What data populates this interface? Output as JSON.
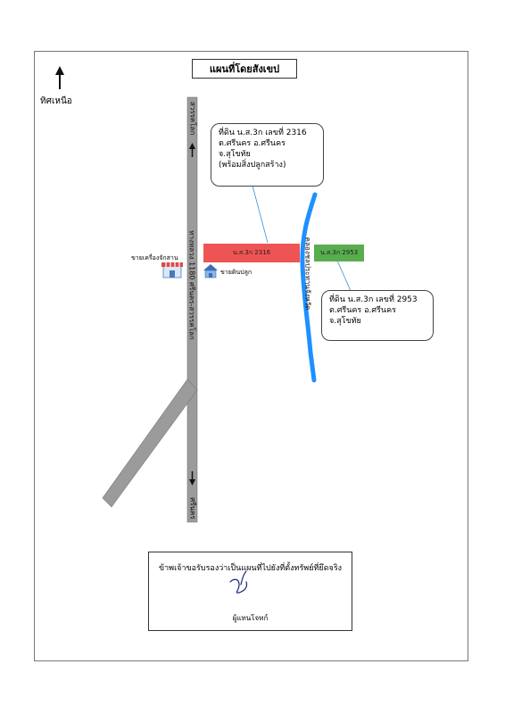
{
  "title": "แผนที่โดยสังเขป",
  "north_label": "ทิศเหนือ",
  "roads": {
    "main_highway": "ทางหลวง 1180 ศรีนคร-สวรรคโลก",
    "north_end": "สวรรคโลก",
    "south_end": "ศรีนคร",
    "canal": "คลองชลประทานจังหวัด"
  },
  "parcels": {
    "main": "น.ส.3ก 2316",
    "second": "น.ส.3ก 2953"
  },
  "callouts": {
    "main": {
      "line1": "ที่ดิน น.ส.3ก เลขที่ 2316",
      "line2": "ต.ศรีนคร อ.ศรีนคร",
      "line3": "จ.สุโขทัย",
      "line4": "(พร้อมสิ่งปลูกสร้าง)"
    },
    "second": {
      "line1": "ที่ดิน น.ส.3ก เลขที่ 2953",
      "line2": "ต.ศรีนคร อ.ศรีนคร",
      "line3": "จ.สุโขทัย"
    }
  },
  "landmarks": {
    "shop": "ขายเครื่องจักสาน",
    "soil": "ขายดินปลูก"
  },
  "certification": {
    "text": "ข้าพเจ้าขอรับรองว่าเป็นแผนที่ไปยังที่ตั้งทรัพย์ที่ยึดจริง",
    "signer": "ผู้แทนโจทก์"
  },
  "colors": {
    "parcel_main": "#ef5454",
    "parcel_second": "#58ad4e",
    "canal": "#1e90ff",
    "road": "#9b9b9b"
  }
}
